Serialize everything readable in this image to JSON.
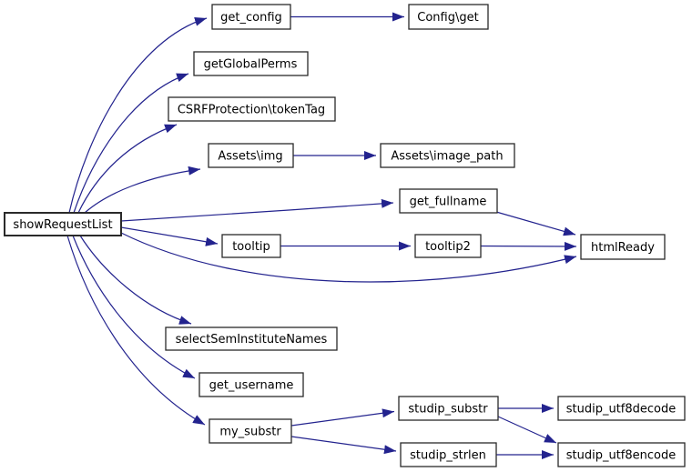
{
  "diagram": {
    "kind": "call-graph",
    "colors": {
      "edge": "#23238E",
      "node_border": "#2a2a2a",
      "node_fill": "#ffffff",
      "highlight_fill": "#c0c0c0",
      "background": "#ffffff"
    },
    "nodes": [
      {
        "label": "showRequestList",
        "highlighted": true
      },
      {
        "label": "get_config",
        "highlighted": false
      },
      {
        "label": "Config\\get",
        "highlighted": false
      },
      {
        "label": "getGlobalPerms",
        "highlighted": false
      },
      {
        "label": "CSRFProtection\\tokenTag",
        "highlighted": false
      },
      {
        "label": "Assets\\img",
        "highlighted": false
      },
      {
        "label": "Assets\\image_path",
        "highlighted": false
      },
      {
        "label": "get_fullname",
        "highlighted": false
      },
      {
        "label": "tooltip",
        "highlighted": false
      },
      {
        "label": "tooltip2",
        "highlighted": false
      },
      {
        "label": "htmlReady",
        "highlighted": false
      },
      {
        "label": "selectSemInstituteNames",
        "highlighted": false
      },
      {
        "label": "get_username",
        "highlighted": false
      },
      {
        "label": "my_substr",
        "highlighted": false
      },
      {
        "label": "studip_substr",
        "highlighted": false
      },
      {
        "label": "studip_utf8decode",
        "highlighted": false
      },
      {
        "label": "studip_strlen",
        "highlighted": false
      },
      {
        "label": "studip_utf8encode",
        "highlighted": false
      }
    ],
    "edges": [
      [
        "showRequestList",
        "get_config"
      ],
      [
        "showRequestList",
        "getGlobalPerms"
      ],
      [
        "showRequestList",
        "CSRFProtection\\tokenTag"
      ],
      [
        "showRequestList",
        "Assets\\img"
      ],
      [
        "showRequestList",
        "get_fullname"
      ],
      [
        "showRequestList",
        "tooltip"
      ],
      [
        "showRequestList",
        "htmlReady"
      ],
      [
        "showRequestList",
        "selectSemInstituteNames"
      ],
      [
        "showRequestList",
        "get_username"
      ],
      [
        "showRequestList",
        "my_substr"
      ],
      [
        "get_config",
        "Config\\get"
      ],
      [
        "Assets\\img",
        "Assets\\image_path"
      ],
      [
        "get_fullname",
        "htmlReady"
      ],
      [
        "tooltip",
        "tooltip2"
      ],
      [
        "tooltip2",
        "htmlReady"
      ],
      [
        "my_substr",
        "studip_substr"
      ],
      [
        "my_substr",
        "studip_strlen"
      ],
      [
        "studip_substr",
        "studip_utf8decode"
      ],
      [
        "studip_substr",
        "studip_utf8encode"
      ],
      [
        "studip_strlen",
        "studip_utf8encode"
      ]
    ]
  }
}
